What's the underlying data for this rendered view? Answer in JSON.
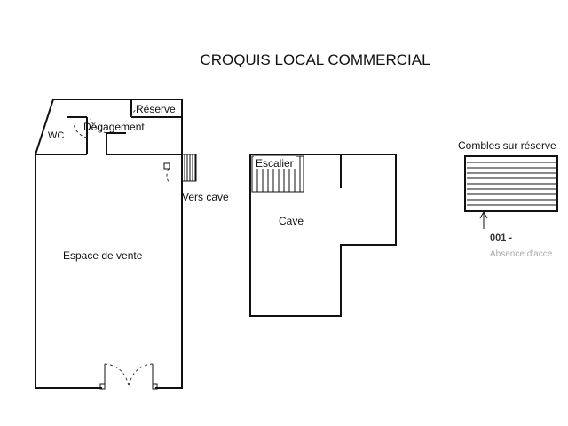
{
  "title": "CROQUIS LOCAL COMMERCIAL",
  "rooms": {
    "wc": "WC",
    "degagement": "Dégagement",
    "reserve": "Réserve",
    "vers_cave": "Vers cave",
    "espace_vente": "Espace de vente",
    "escalier": "Escalier",
    "cave": "Cave",
    "combles": "Combles sur réserve"
  },
  "photo_ref": {
    "number": "001 -",
    "caption": "Absence d'acce"
  }
}
